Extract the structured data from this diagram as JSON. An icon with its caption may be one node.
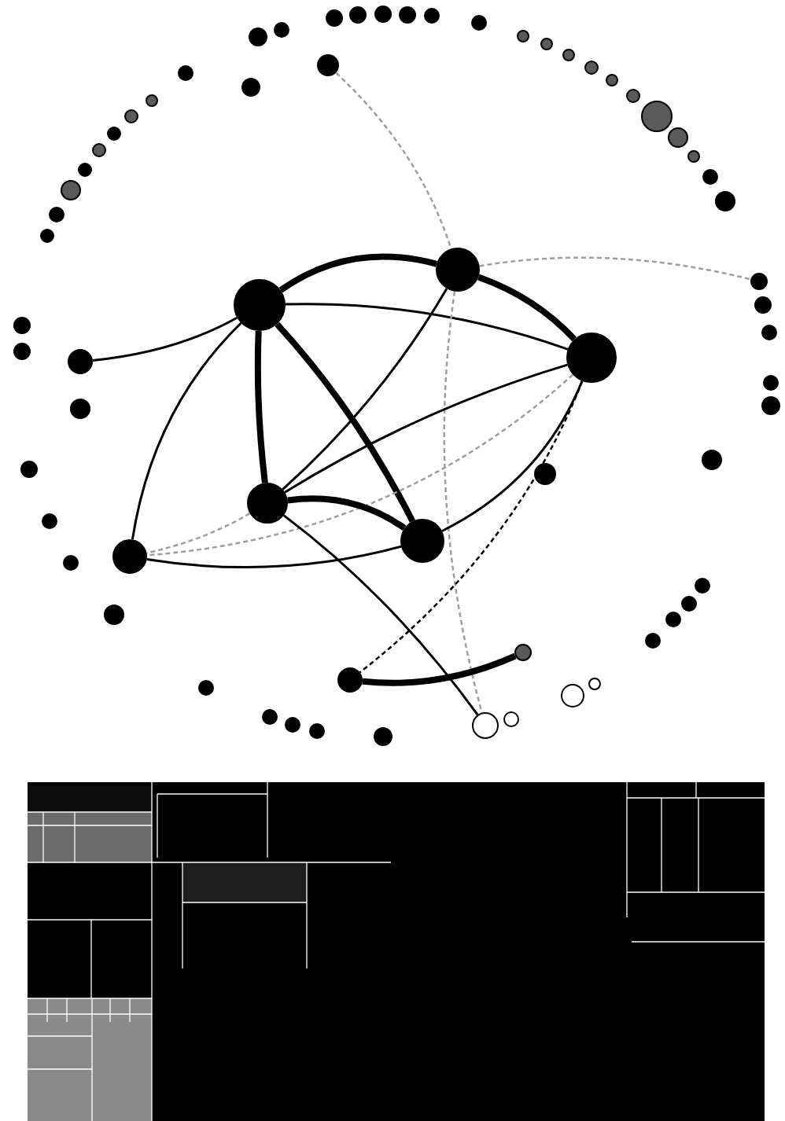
{
  "diagram": {
    "nodes": [
      {
        "text": [],
        "shape": "circle"
      },
      {
        "text": [],
        "shape": "circle"
      },
      {
        "text": [],
        "shape": "circle"
      },
      {
        "text": [],
        "shape": "circle"
      },
      {
        "text": [],
        "shape": "circle"
      },
      {
        "text": [],
        "shape": "circle"
      },
      {
        "text": [],
        "shape": "circle"
      },
      {
        "text": [],
        "shape": "circle"
      },
      {
        "text": [],
        "shape": "circle"
      },
      {
        "text": [],
        "shape": "circle"
      },
      {
        "text": [],
        "shape": "circle"
      },
      {
        "text": [],
        "shape": "circle"
      },
      {
        "text": [],
        "shape": "circle"
      },
      {
        "text": [],
        "shape": "circle"
      },
      {
        "text": [],
        "shape": "circle"
      },
      {
        "text": [],
        "shape": "circle"
      },
      {
        "text": [],
        "shape": "circle"
      },
      {
        "text": [],
        "shape": "circle"
      },
      {
        "text": [],
        "shape": "circle"
      },
      {
        "text": [],
        "shape": "circle"
      },
      {
        "text": [],
        "shape": "circle"
      },
      {
        "text": [],
        "shape": "circle"
      },
      {
        "text": [],
        "shape": "circle"
      },
      {
        "text": [],
        "shape": "circle"
      },
      {
        "text": [],
        "shape": "circle"
      },
      {
        "text": [],
        "shape": "circle"
      },
      {
        "text": [],
        "shape": "circle"
      },
      {
        "text": [],
        "shape": "circle"
      },
      {
        "text": [],
        "shape": "circle"
      },
      {
        "text": [],
        "shape": "circle"
      },
      {
        "text": [],
        "shape": "circle"
      },
      {
        "text": [],
        "shape": "circle"
      },
      {
        "text": [],
        "shape": "circle"
      },
      {
        "text": [],
        "shape": "circle"
      },
      {
        "text": [],
        "shape": "circle"
      },
      {
        "text": [],
        "shape": "circle"
      },
      {
        "text": [],
        "shape": "circle"
      },
      {
        "text": [],
        "shape": "circle"
      },
      {
        "text": [],
        "shape": "circle"
      },
      {
        "text": [],
        "shape": "circle"
      },
      {
        "text": [],
        "shape": "circle"
      },
      {
        "text": [],
        "shape": "circle"
      },
      {
        "text": [],
        "shape": "circle"
      },
      {
        "text": [],
        "shape": "circle"
      },
      {
        "text": [],
        "shape": "circle"
      },
      {
        "text": [],
        "shape": "circle"
      },
      {
        "text": [],
        "shape": "circle"
      },
      {
        "text": [],
        "shape": "circle"
      },
      {
        "text": [],
        "shape": "circle"
      },
      {
        "text": [],
        "shape": "circle"
      },
      {
        "text": [],
        "shape": "circle"
      },
      {
        "text": [],
        "shape": "circle"
      },
      {
        "text": [],
        "shape": "circle"
      },
      {
        "text": [],
        "shape": "circle"
      },
      {
        "text": [],
        "shape": "circle"
      },
      {
        "text": [],
        "shape": "circle"
      },
      {
        "text": [],
        "shape": "circle"
      },
      {
        "text": [],
        "shape": "circle"
      },
      {
        "text": [],
        "shape": "circle"
      },
      {
        "text": [],
        "shape": "circle"
      },
      {
        "text": [],
        "shape": "circle"
      },
      {
        "text": [],
        "shape": "circle"
      },
      {
        "text": [],
        "shape": "circle"
      },
      {
        "text": [],
        "shape": "circle"
      },
      {
        "text": [],
        "shape": "circle"
      },
      {
        "text": [],
        "shape": "circle"
      }
    ],
    "edges": [
      {
        "from": 32,
        "to": 30,
        "arrow": "none",
        "style": "thick"
      },
      {
        "from": 32,
        "to": 37,
        "arrow": "none"
      },
      {
        "from": 32,
        "to": 38,
        "arrow": "none"
      },
      {
        "from": 32,
        "to": 48,
        "arrow": "none"
      },
      {
        "from": 32,
        "to": 45,
        "arrow": "none",
        "style": "thick"
      },
      {
        "from": 32,
        "to": 47,
        "arrow": "none",
        "style": "thick"
      },
      {
        "from": 30,
        "to": 37,
        "arrow": "none",
        "style": "thick"
      },
      {
        "from": 30,
        "to": 45,
        "arrow": "none"
      },
      {
        "from": 30,
        "to": 63,
        "arrow": "none",
        "style": "dashed",
        "color": "#9e9e9e"
      },
      {
        "from": 37,
        "to": 45,
        "arrow": "none"
      },
      {
        "from": 37,
        "to": 47,
        "arrow": "none"
      },
      {
        "from": 37,
        "to": 48,
        "arrow": "none",
        "style": "dashed",
        "color": "#9e9e9e"
      },
      {
        "from": 37,
        "to": 56,
        "arrow": "none",
        "style": "dashed"
      },
      {
        "from": 45,
        "to": 47,
        "arrow": "none",
        "style": "thick"
      },
      {
        "from": 45,
        "to": 48,
        "arrow": "none",
        "style": "dashed",
        "color": "#9e9e9e"
      },
      {
        "from": 48,
        "to": 47,
        "arrow": "none"
      },
      {
        "from": 45,
        "to": 63,
        "arrow": "none"
      },
      {
        "from": 56,
        "to": 55,
        "arrow": "none",
        "style": "thick"
      },
      {
        "from": 13,
        "to": 30,
        "arrow": "none",
        "style": "dashed",
        "color": "#9e9e9e"
      },
      {
        "from": 30,
        "to": 31,
        "arrow": "none",
        "style": "dashed",
        "color": "#9e9e9e"
      }
    ]
  }
}
